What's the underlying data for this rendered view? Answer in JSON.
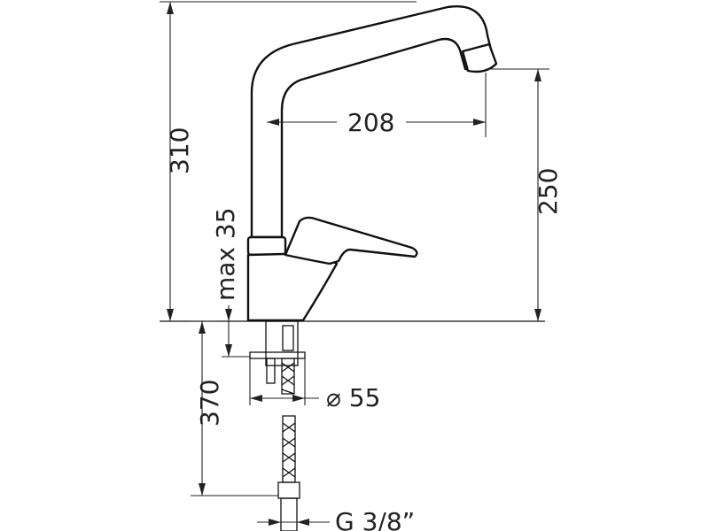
{
  "dimensions": {
    "total_height": "310",
    "spout_height": "250",
    "spout_reach": "208",
    "max_deck_thickness": "max 35",
    "hose_length": "370",
    "hole_diameter": "⌀ 55",
    "connection_thread": "G 3/8”"
  }
}
